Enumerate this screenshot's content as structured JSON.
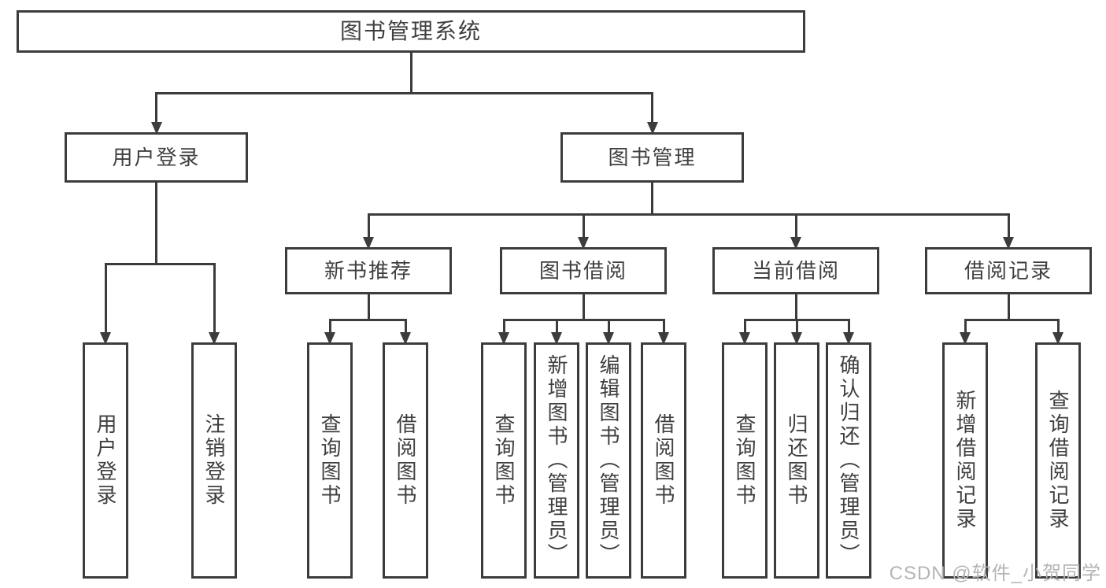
{
  "diagram": {
    "nodes": [
      {
        "id": "library-system",
        "label": "图书管理系统",
        "parent": null,
        "orientation": "horizontal"
      },
      {
        "id": "user-login-module",
        "label": "用户登录",
        "parent": "library-system",
        "orientation": "horizontal"
      },
      {
        "id": "book-management",
        "label": "图书管理",
        "parent": "library-system",
        "orientation": "horizontal"
      },
      {
        "id": "new-book-recommendation",
        "label": "新书推荐",
        "parent": "book-management",
        "orientation": "horizontal"
      },
      {
        "id": "book-borrowing",
        "label": "图书借阅",
        "parent": "book-management",
        "orientation": "horizontal"
      },
      {
        "id": "current-borrowing",
        "label": "当前借阅",
        "parent": "book-management",
        "orientation": "horizontal"
      },
      {
        "id": "borrowing-records",
        "label": "借阅记录",
        "parent": "book-management",
        "orientation": "horizontal"
      },
      {
        "id": "leaf-user-login",
        "label": "用户登录",
        "parent": "user-login-module",
        "orientation": "vertical"
      },
      {
        "id": "leaf-logout-login",
        "label": "注销登录",
        "parent": "user-login-module",
        "orientation": "vertical"
      },
      {
        "id": "leaf-newrec-query-books",
        "label": "查询图书",
        "parent": "new-book-recommendation",
        "orientation": "vertical"
      },
      {
        "id": "leaf-newrec-borrow-books",
        "label": "借阅图书",
        "parent": "new-book-recommendation",
        "orientation": "vertical"
      },
      {
        "id": "leaf-borrow-query-books",
        "label": "查询图书",
        "parent": "book-borrowing",
        "orientation": "vertical"
      },
      {
        "id": "leaf-borrow-add-books",
        "label": "新增图书（管理员）",
        "parent": "book-borrowing",
        "orientation": "vertical"
      },
      {
        "id": "leaf-borrow-edit-books",
        "label": "编辑图书（管理员）",
        "parent": "book-borrowing",
        "orientation": "vertical"
      },
      {
        "id": "leaf-borrow-borrow-books",
        "label": "借阅图书",
        "parent": "book-borrowing",
        "orientation": "vertical"
      },
      {
        "id": "leaf-current-query-books",
        "label": "查询图书",
        "parent": "current-borrowing",
        "orientation": "vertical"
      },
      {
        "id": "leaf-current-return-books",
        "label": "归还图书",
        "parent": "current-borrowing",
        "orientation": "vertical"
      },
      {
        "id": "leaf-current-confirm-return",
        "label": "确认归还（管理员）",
        "parent": "current-borrowing",
        "orientation": "vertical"
      },
      {
        "id": "leaf-records-add-record",
        "label": "新增借阅记录",
        "parent": "borrowing-records",
        "orientation": "vertical"
      },
      {
        "id": "leaf-records-query-record",
        "label": "查询借阅记录",
        "parent": "borrowing-records",
        "orientation": "vertical"
      }
    ]
  },
  "watermark": "CSDN @软件_小贺同学",
  "colors": {
    "line": "#3c3c3c",
    "text": "#3f3f3f",
    "watermark": "#b5b5b5",
    "background": "#ffffff"
  }
}
